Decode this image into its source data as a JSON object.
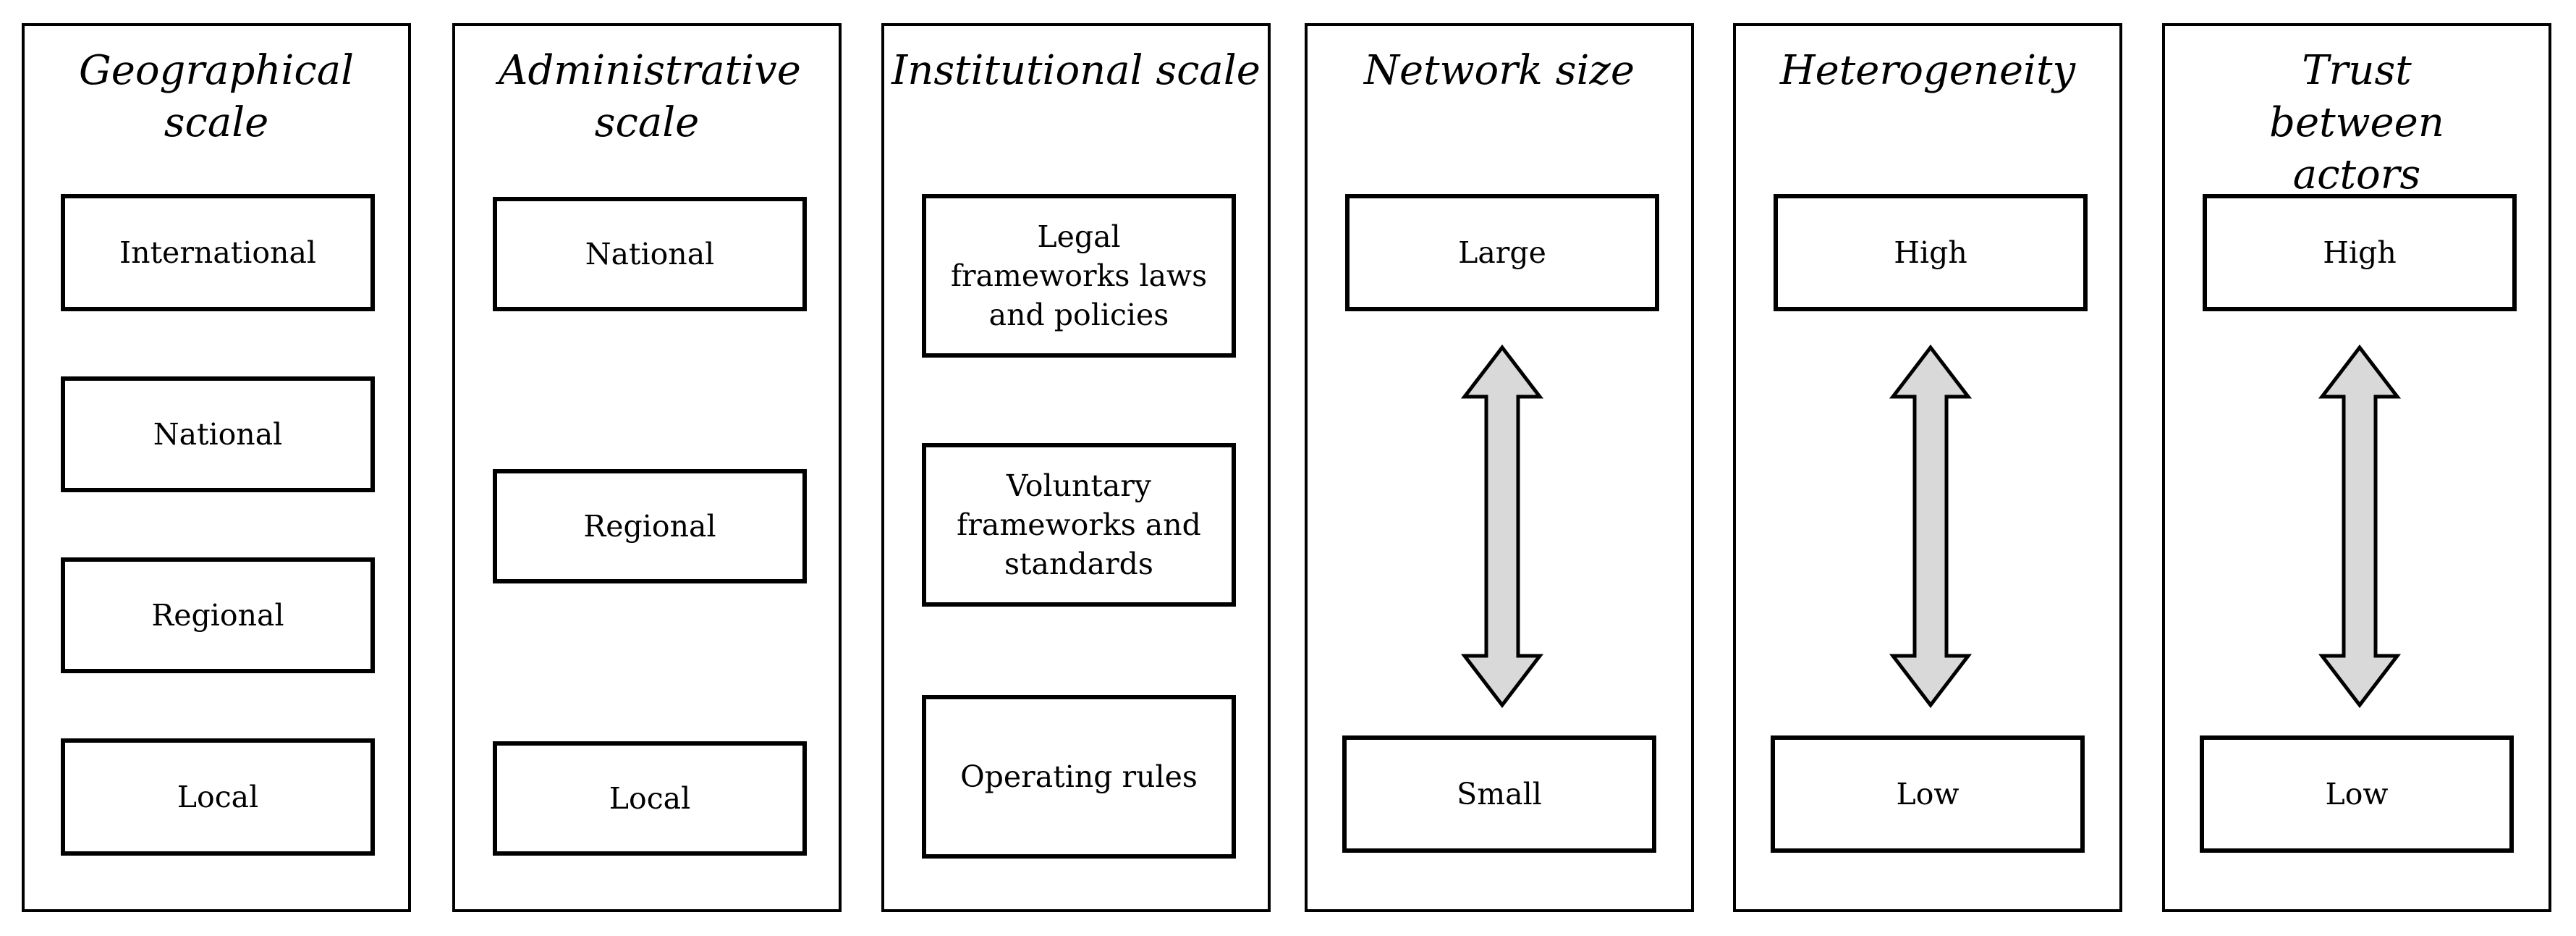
{
  "panels": [
    {
      "title": "Geographical scale",
      "levels": [
        "International",
        "National",
        "Regional",
        "Local"
      ]
    },
    {
      "title": "Administrative scale",
      "levels": [
        "National",
        "Regional",
        "Local"
      ]
    },
    {
      "title": "Institutional scale",
      "levels": [
        "Legal frameworks laws and policies",
        "Voluntary frameworks and standards",
        "Operating rules"
      ]
    },
    {
      "title": "Network size",
      "high": "Large",
      "low": "Small"
    },
    {
      "title": "Heterogeneity",
      "high": "High",
      "low": "Low"
    },
    {
      "title": "Trust between actors",
      "high": "High",
      "low": "Low"
    }
  ],
  "colors": {
    "arrow_fill": "#d9d9d9",
    "stroke": "#000000"
  }
}
